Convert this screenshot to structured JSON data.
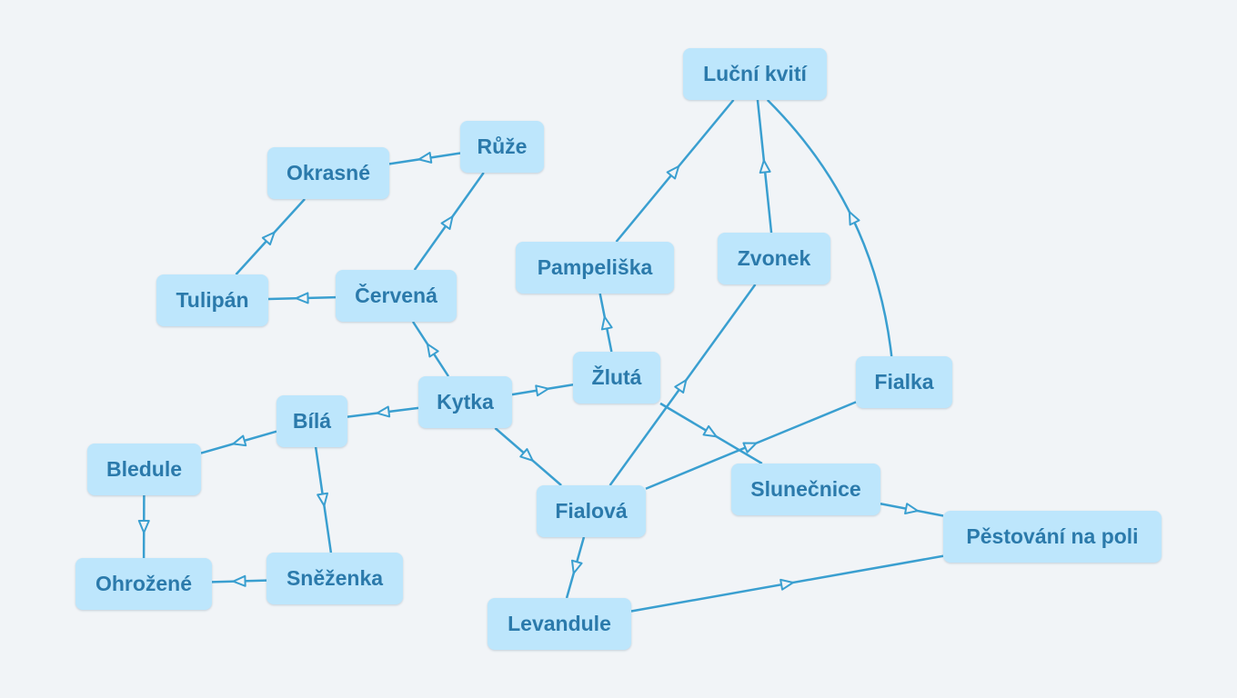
{
  "diagram": {
    "colors": {
      "background": "#f1f4f7",
      "node_fill": "#bde6fc",
      "node_text": "#2b7aab",
      "edge": "#3a9fd0"
    },
    "nodes": [
      {
        "id": "lucni",
        "label": "Luční kvití"
      },
      {
        "id": "ruze",
        "label": "Růže"
      },
      {
        "id": "okrasne",
        "label": "Okrasné"
      },
      {
        "id": "pampeliska",
        "label": "Pampeliška"
      },
      {
        "id": "zvonek",
        "label": "Zvonek"
      },
      {
        "id": "tulipan",
        "label": "Tulipán"
      },
      {
        "id": "cervena",
        "label": "Červená"
      },
      {
        "id": "fialka",
        "label": "Fialka"
      },
      {
        "id": "zluta",
        "label": "Žlutá"
      },
      {
        "id": "kytka",
        "label": "Kytka"
      },
      {
        "id": "bila",
        "label": "Bílá"
      },
      {
        "id": "bledule",
        "label": "Bledule"
      },
      {
        "id": "slunecnice",
        "label": "Slunečnice"
      },
      {
        "id": "fialova",
        "label": "Fialová"
      },
      {
        "id": "pestovani",
        "label": "Pěstování na poli"
      },
      {
        "id": "ohrozene",
        "label": "Ohrožené"
      },
      {
        "id": "snezenka",
        "label": "Sněženka"
      },
      {
        "id": "levandule",
        "label": "Levandule"
      }
    ],
    "edges": [
      {
        "from": "kytka",
        "to": "cervena"
      },
      {
        "from": "kytka",
        "to": "zluta"
      },
      {
        "from": "kytka",
        "to": "bila"
      },
      {
        "from": "kytka",
        "to": "fialova"
      },
      {
        "from": "cervena",
        "to": "ruze"
      },
      {
        "from": "cervena",
        "to": "tulipan"
      },
      {
        "from": "ruze",
        "to": "okrasne"
      },
      {
        "from": "tulipan",
        "to": "okrasne"
      },
      {
        "from": "zluta",
        "to": "pampeliska"
      },
      {
        "from": "zluta",
        "to": "slunecnice"
      },
      {
        "from": "pampeliska",
        "to": "lucni"
      },
      {
        "from": "zvonek",
        "to": "lucni"
      },
      {
        "from": "fialka",
        "to": "lucni",
        "curve": true
      },
      {
        "from": "fialova",
        "to": "zvonek"
      },
      {
        "from": "fialova",
        "to": "fialka"
      },
      {
        "from": "fialova",
        "to": "levandule"
      },
      {
        "from": "bila",
        "to": "bledule"
      },
      {
        "from": "bila",
        "to": "snezenka"
      },
      {
        "from": "bledule",
        "to": "ohrozene"
      },
      {
        "from": "snezenka",
        "to": "ohrozene"
      },
      {
        "from": "slunecnice",
        "to": "pestovani"
      },
      {
        "from": "levandule",
        "to": "pestovani"
      }
    ]
  }
}
